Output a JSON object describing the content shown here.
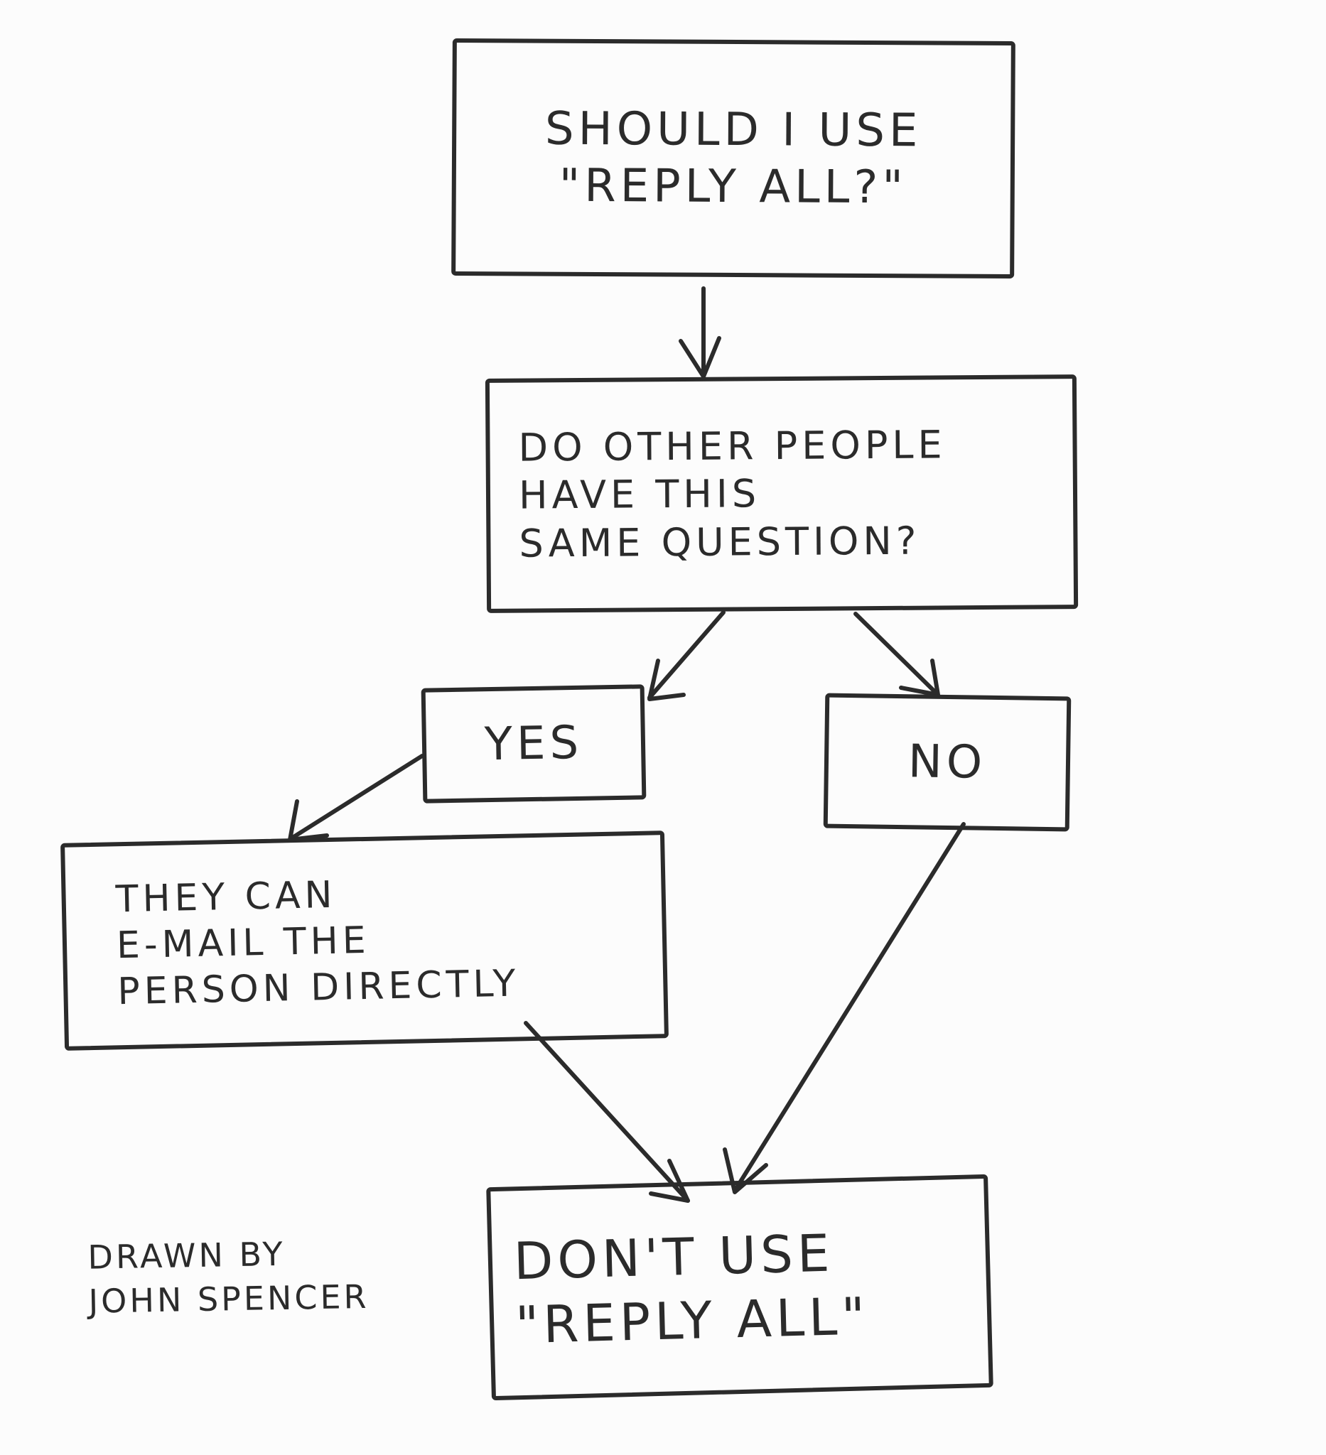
{
  "flowchart": {
    "start": "SHOULD I USE\n\"REPLY ALL?\"",
    "question": "Do OTHER PEOPLE\n  HAVE THIS\nSAME QUESTION?",
    "yes": "YES",
    "no": "NO",
    "email": "THEY CAN\nE-MAIL THE\n  PERSON DIRECTLY",
    "dont": "DON'T USE\n \"REPLY ALL\""
  },
  "credit": "DRAWN BY\nJOHN SPENCER",
  "colors": {
    "ink": "#2b2b2b",
    "paper": "#fcfcfc"
  }
}
